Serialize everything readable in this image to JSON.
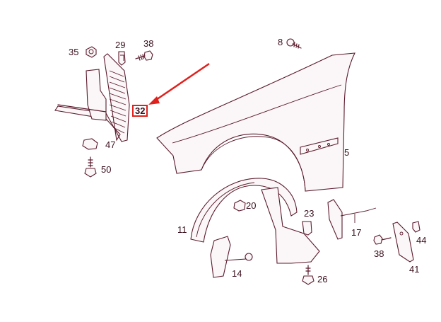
{
  "diagram": {
    "title": "Front fender exploded parts diagram",
    "highlight_color": "#e0201c",
    "line_color": "#5a1a2c",
    "highlighted_part": "32",
    "callouts": [
      {
        "id": "35",
        "part": "nut"
      },
      {
        "id": "29",
        "part": "clip"
      },
      {
        "id": "38",
        "part": "screw"
      },
      {
        "id": "32",
        "part": "front grille/air duct panel",
        "highlighted": true
      },
      {
        "id": "8",
        "part": "screw"
      },
      {
        "id": "47",
        "part": "clip nut"
      },
      {
        "id": "50",
        "part": "screw"
      },
      {
        "id": "5",
        "part": "front fender"
      },
      {
        "id": "20",
        "part": "nut"
      },
      {
        "id": "23",
        "part": "expansion nut"
      },
      {
        "id": "11",
        "part": "wheel arch liner"
      },
      {
        "id": "14",
        "part": "trim piece"
      },
      {
        "id": "26",
        "part": "screw"
      },
      {
        "id": "17",
        "part": "trim strip"
      },
      {
        "id": "38b",
        "part": "screw"
      },
      {
        "id": "44",
        "part": "clip"
      },
      {
        "id": "41",
        "part": "cover panel"
      }
    ],
    "labels": {
      "l35": "35",
      "l29": "29",
      "l38": "38",
      "l32": "32",
      "l8": "8",
      "l47": "47",
      "l50": "50",
      "l5": "5",
      "l20": "20",
      "l23": "23",
      "l11": "11",
      "l14": "14",
      "l26": "26",
      "l17": "17",
      "l38b": "38",
      "l44": "44",
      "l41": "41"
    }
  }
}
